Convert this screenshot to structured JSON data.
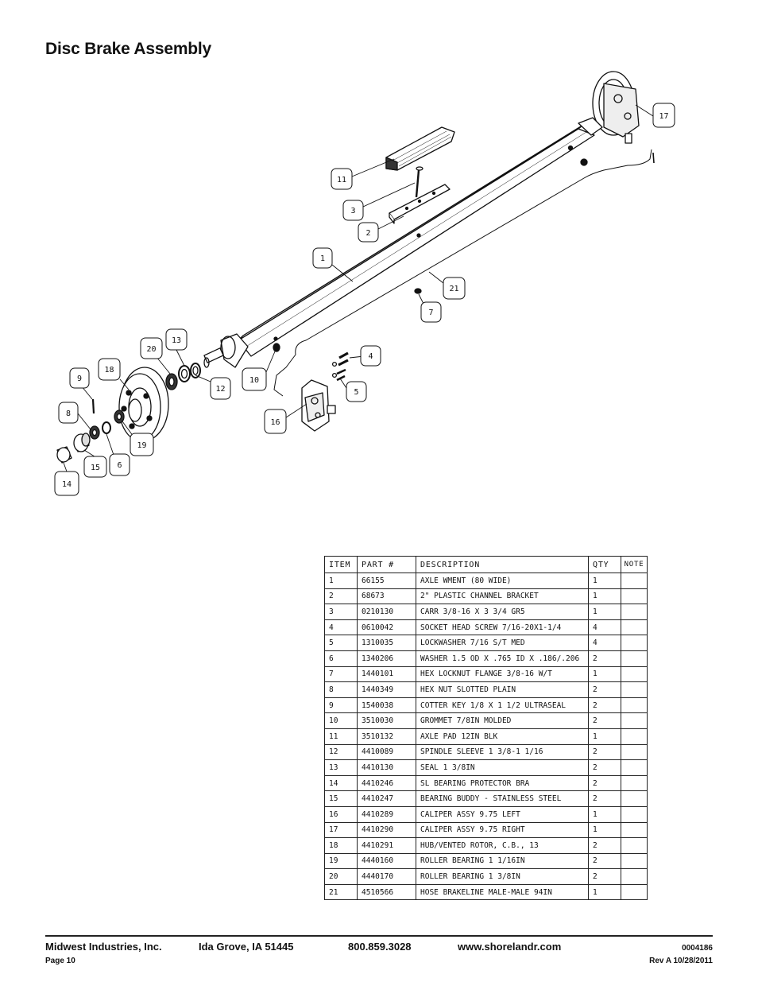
{
  "title": "Disc Brake Assembly",
  "callouts": [
    {
      "id": "c1",
      "label": "1"
    },
    {
      "id": "c2",
      "label": "2"
    },
    {
      "id": "c3",
      "label": "3"
    },
    {
      "id": "c4",
      "label": "4"
    },
    {
      "id": "c5",
      "label": "5"
    },
    {
      "id": "c6",
      "label": "6"
    },
    {
      "id": "c7",
      "label": "7"
    },
    {
      "id": "c8",
      "label": "8"
    },
    {
      "id": "c9",
      "label": "9"
    },
    {
      "id": "c10",
      "label": "10"
    },
    {
      "id": "c11",
      "label": "11"
    },
    {
      "id": "c12",
      "label": "12"
    },
    {
      "id": "c13",
      "label": "13"
    },
    {
      "id": "c14",
      "label": "14"
    },
    {
      "id": "c15",
      "label": "15"
    },
    {
      "id": "c16",
      "label": "16"
    },
    {
      "id": "c17",
      "label": "17"
    },
    {
      "id": "c18",
      "label": "18"
    },
    {
      "id": "c19",
      "label": "19"
    },
    {
      "id": "c20",
      "label": "20"
    },
    {
      "id": "c21",
      "label": "21"
    }
  ],
  "table": {
    "headers": {
      "item": "ITEM",
      "part": "PART #",
      "description": "DESCRIPTION",
      "qty": "QTY",
      "note": "NOTE"
    },
    "rows": [
      {
        "item": "1",
        "part": "66155",
        "description": "AXLE WMENT (80 WIDE)",
        "qty": "1",
        "note": ""
      },
      {
        "item": "2",
        "part": "68673",
        "description": "2\" PLASTIC CHANNEL BRACKET",
        "qty": "1",
        "note": ""
      },
      {
        "item": "3",
        "part": "0210130",
        "description": "CARR 3/8-16 X 3 3/4 GR5",
        "qty": "1",
        "note": ""
      },
      {
        "item": "4",
        "part": "0610042",
        "description": "SOCKET HEAD SCREW 7/16-20X1-1/4",
        "qty": "4",
        "note": ""
      },
      {
        "item": "5",
        "part": "1310035",
        "description": "LOCKWASHER 7/16 S/T MED",
        "qty": "4",
        "note": ""
      },
      {
        "item": "6",
        "part": "1340206",
        "description": "WASHER 1.5 OD X .765 ID X .186/.206",
        "qty": "2",
        "note": ""
      },
      {
        "item": "7",
        "part": "1440101",
        "description": "HEX LOCKNUT FLANGE 3/8-16 W/T",
        "qty": "1",
        "note": ""
      },
      {
        "item": "8",
        "part": "1440349",
        "description": "HEX NUT SLOTTED PLAIN",
        "qty": "2",
        "note": ""
      },
      {
        "item": "9",
        "part": "1540038",
        "description": "COTTER KEY 1/8 X 1 1/2 ULTRASEAL",
        "qty": "2",
        "note": ""
      },
      {
        "item": "10",
        "part": "3510030",
        "description": "GROMMET  7/8IN MOLDED",
        "qty": "2",
        "note": ""
      },
      {
        "item": "11",
        "part": "3510132",
        "description": "AXLE PAD 12IN  BLK",
        "qty": "1",
        "note": ""
      },
      {
        "item": "12",
        "part": "4410089",
        "description": "SPINDLE SLEEVE  1 3/8-1 1/16",
        "qty": "2",
        "note": ""
      },
      {
        "item": "13",
        "part": "4410130",
        "description": "SEAL  1 3/8IN",
        "qty": "2",
        "note": ""
      },
      {
        "item": "14",
        "part": "4410246",
        "description": "SL BEARING PROTECTOR BRA",
        "qty": "2",
        "note": ""
      },
      {
        "item": "15",
        "part": "4410247",
        "description": "BEARING BUDDY - STAINLESS STEEL",
        "qty": "2",
        "note": ""
      },
      {
        "item": "16",
        "part": "4410289",
        "description": "CALIPER ASSY 9.75 LEFT",
        "qty": "1",
        "note": ""
      },
      {
        "item": "17",
        "part": "4410290",
        "description": "CALIPER ASSY 9.75 RIGHT",
        "qty": "1",
        "note": ""
      },
      {
        "item": "18",
        "part": "4410291",
        "description": "HUB/VENTED ROTOR, C.B.,  13",
        "qty": "2",
        "note": ""
      },
      {
        "item": "19",
        "part": "4440160",
        "description": "ROLLER BEARING  1 1/16IN",
        "qty": "2",
        "note": ""
      },
      {
        "item": "20",
        "part": "4440170",
        "description": "ROLLER BEARING  1 3/8IN",
        "qty": "2",
        "note": ""
      },
      {
        "item": "21",
        "part": "4510566",
        "description": "HOSE BRAKELINE MALE-MALE 94IN",
        "qty": "1",
        "note": ""
      }
    ]
  },
  "footer": {
    "company": "Midwest Industries, Inc.",
    "city": "Ida Grove, IA  51445",
    "phone": "800.859.3028",
    "website": "www.shorelandr.com",
    "doc_number": "0004186",
    "page": "Page 10",
    "revision": "Rev A 10/28/2011"
  }
}
